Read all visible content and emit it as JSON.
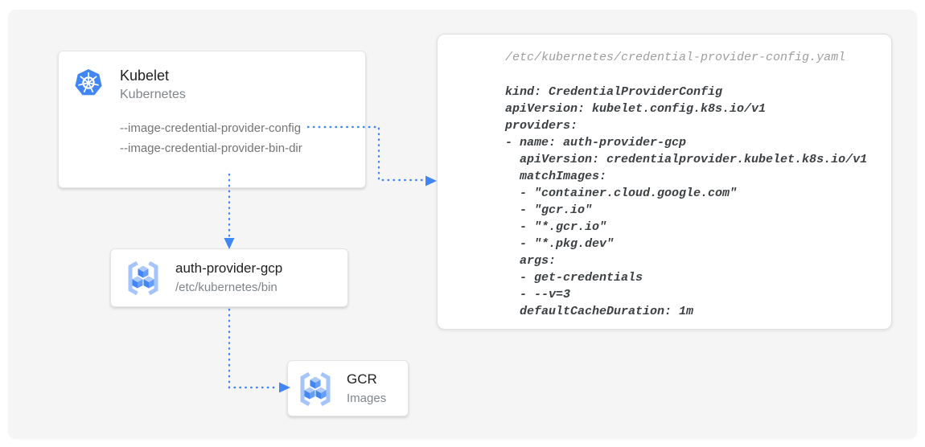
{
  "colors": {
    "accent_blue": "#4285F4",
    "surface_gray": "#F5F5F5",
    "card_white": "#FFFFFF",
    "title_text": "#212121",
    "muted_text": "#757575",
    "code_text": "#3C4043",
    "code_header_text": "#9E9E9E",
    "cube_light_blue": "#AECBFA",
    "cube_medium_blue": "#669DF6"
  },
  "icons": {
    "kubelet": "kubernetes-helm-logo",
    "auth_provider": "container-registry-cubes",
    "gcr": "container-registry-cubes"
  },
  "cards": {
    "kubelet": {
      "title": "Kubelet",
      "subtitle": "Kubernetes",
      "flags": [
        "--image-credential-provider-config",
        "--image-credential-provider-bin-dir"
      ]
    },
    "auth_provider": {
      "title": "auth-provider-gcp",
      "subtitle": "/etc/kubernetes/bin"
    },
    "gcr": {
      "title": "GCR",
      "subtitle": "Images"
    }
  },
  "code_panel": {
    "filename": "/etc/kubernetes/credential-provider-config.yaml",
    "lines": [
      "kind: CredentialProviderConfig",
      "apiVersion: kubelet.config.k8s.io/v1",
      "providers:",
      "- name: auth-provider-gcp",
      "  apiVersion: credentialprovider.kubelet.k8s.io/v1",
      "  matchImages:",
      "  - \"container.cloud.google.com\"",
      "  - \"gcr.io\"",
      "  - \"*.gcr.io\"",
      "  - \"*.pkg.dev\"",
      "  args:",
      "  - get-credentials",
      "  - --v=3",
      "  defaultCacheDuration: 1m"
    ]
  }
}
